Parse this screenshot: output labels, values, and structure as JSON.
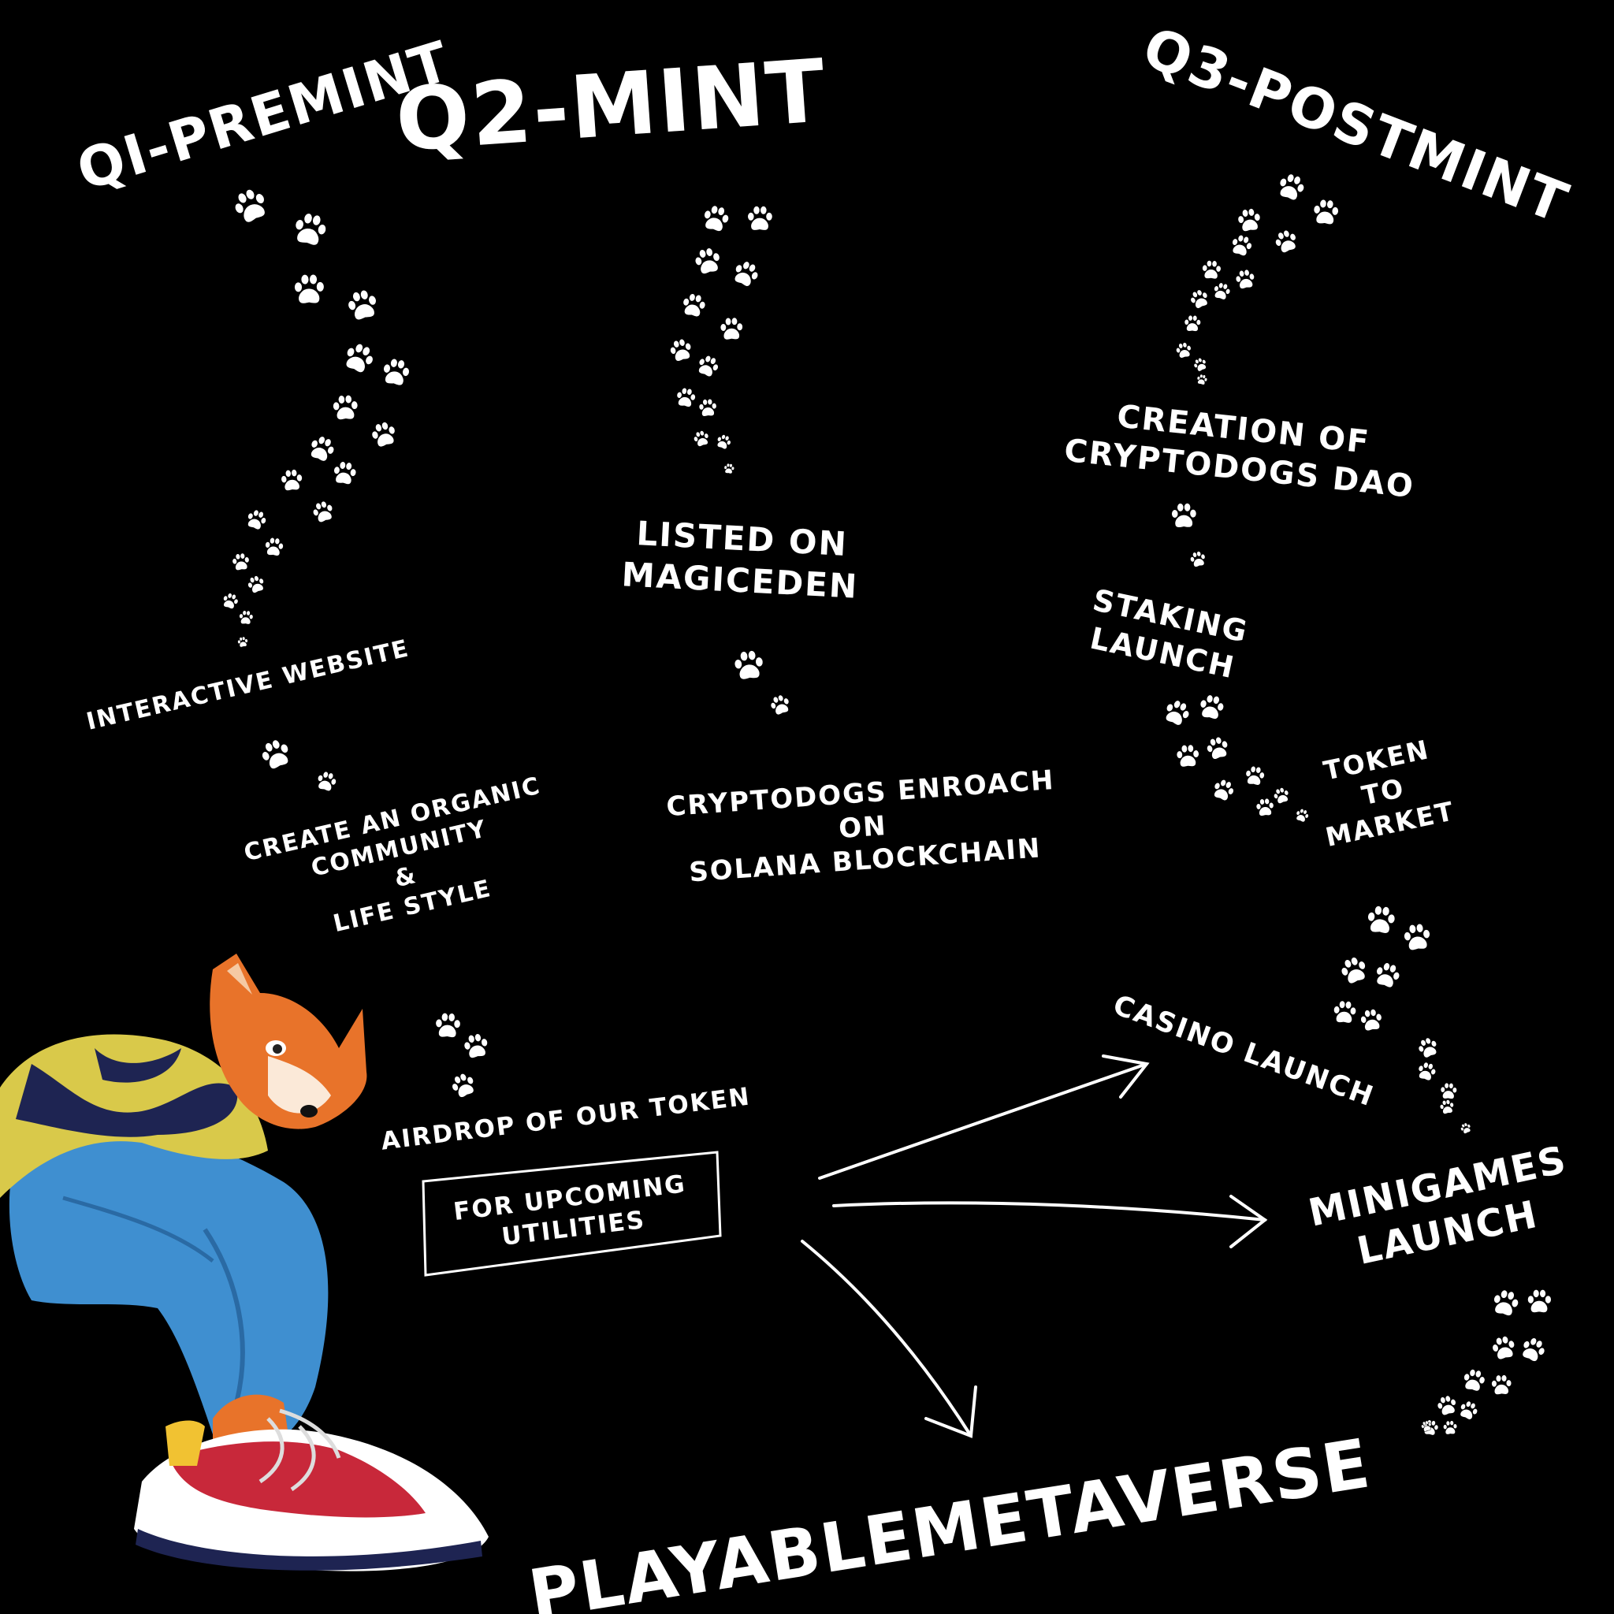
{
  "headings": {
    "q1": "QI-PREMINT",
    "q2": "Q2-MINT",
    "q3": "Q3-POSTMINT"
  },
  "milestones": {
    "interactive_website": "INTERACTIVE WEBSITE",
    "organic_community": "CREATE AN ORGANIC\nCOMMUNITY\n&\nLIFE STYLE",
    "airdrop": "AIRDROP OF OUR TOKEN",
    "upcoming_utilities": "FOR UPCOMING\nUTILITIES",
    "listed_magiceden": "LISTED ON\nMAGICEDEN",
    "enroach_solana": "CRYPTODOGS ENROACH\nON\nSOLANA BLOCKCHAIN",
    "creation_dao": "CREATION OF\nCRYPTODOGS DAO",
    "staking_launch": "STAKING\nLAUNCH",
    "token_to_market": "TOKEN\nTO\nMARKET",
    "casino_launch": "CASINO LAUNCH",
    "minigames_launch": "MINIGAMES\nLAUNCH",
    "playable_metaverse": "PLAYABLEMETAVERSE"
  },
  "colors": {
    "background": "#000000",
    "text": "#ffffff",
    "fur_orange": "#e8732a",
    "jacket_yellow": "#d9c94a",
    "jacket_navy": "#1e2452",
    "jeans_blue": "#3f8fd0",
    "sneaker_red": "#c8283a"
  },
  "icons": {
    "paw": "paw-print-icon",
    "arrow": "arrow-icon",
    "mascot": "shiba-mascot-illustration"
  }
}
